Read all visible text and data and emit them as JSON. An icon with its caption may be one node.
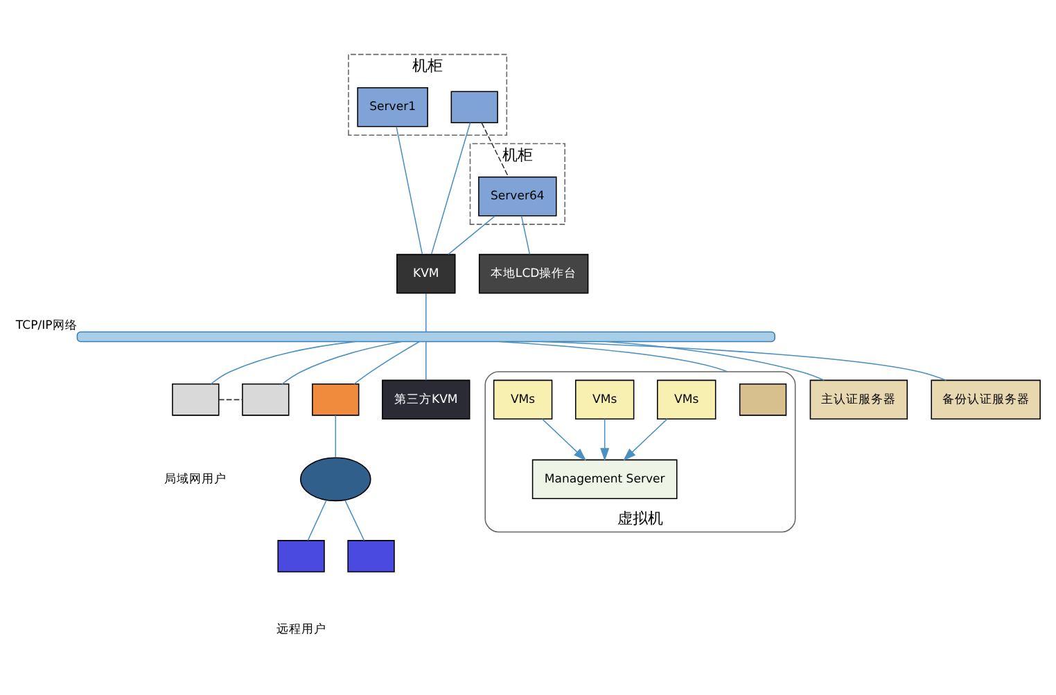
{
  "diagram": {
    "nodes": [
      {
        "text": [
          "机柜"
        ]
      },
      {
        "text": [
          "Server1"
        ],
        "in": 0
      },
      {
        "text": [],
        "shape": "box",
        "in": 0
      },
      {
        "text": [
          "机柜"
        ]
      },
      {
        "text": [
          "Server64"
        ],
        "in": 3
      },
      {
        "text": [
          "本地LCD操作台"
        ]
      },
      {
        "text": [
          "KVM"
        ]
      },
      {
        "text": [],
        "shape": "bar",
        "beside": [
          "TCP/IP网络"
        ]
      },
      {
        "text": [],
        "shape": "box"
      },
      {
        "text": [],
        "shape": "box"
      },
      {
        "text": [],
        "shape": "box"
      },
      {
        "text": [],
        "shape": "cloud"
      },
      {
        "text": [],
        "shape": "box"
      },
      {
        "text": [],
        "shape": "box"
      },
      {
        "text": [
          "第三方KVM"
        ]
      },
      {
        "text": [
          "虚拟机"
        ]
      },
      {
        "text": [],
        "shape": "box",
        "in": 15
      },
      {
        "text": [
          "Management Server"
        ],
        "in": 15
      },
      {
        "text": [
          "VMs"
        ],
        "in": 15
      },
      {
        "text": [
          "VMs"
        ],
        "in": 15
      },
      {
        "text": [
          "VMs"
        ],
        "in": 15
      },
      {
        "text": [
          "主认证服务器"
        ]
      },
      {
        "text": [
          "备份认证服务器"
        ]
      }
    ],
    "edges": [
      {
        "from": 1,
        "to": 6,
        "arrow": "none"
      },
      {
        "from": 2,
        "to": 6,
        "arrow": "none"
      },
      {
        "from": 2,
        "to": 4,
        "arrow": "none",
        "style": "dashed",
        "color": "#333333"
      },
      {
        "from": 4,
        "to": 6,
        "arrow": "none"
      },
      {
        "from": 4,
        "to": 5,
        "arrow": "none"
      },
      {
        "from": 6,
        "to": 7,
        "arrow": "none"
      },
      {
        "from": 7,
        "to": 8,
        "arrow": "none"
      },
      {
        "from": 8,
        "to": 9,
        "arrow": "none",
        "style": "dashed",
        "color": "#333333"
      },
      {
        "from": 7,
        "to": 9,
        "arrow": "none"
      },
      {
        "from": 7,
        "to": 10,
        "arrow": "none"
      },
      {
        "from": 10,
        "to": 11,
        "arrow": "none"
      },
      {
        "from": 11,
        "to": 12,
        "arrow": "none"
      },
      {
        "from": 11,
        "to": 13,
        "arrow": "none"
      },
      {
        "from": 7,
        "to": 14,
        "arrow": "none"
      },
      {
        "from": 7,
        "to": 15,
        "arrow": "none"
      },
      {
        "from": 18,
        "to": 17,
        "arrow": "to"
      },
      {
        "from": 19,
        "to": 17,
        "arrow": "to"
      },
      {
        "from": 20,
        "to": 17,
        "arrow": "to"
      },
      {
        "from": 7,
        "to": 21,
        "arrow": "none"
      },
      {
        "from": 7,
        "to": 22,
        "arrow": "none"
      }
    ],
    "labels": [
      "局域网用户",
      "远程用户"
    ]
  }
}
